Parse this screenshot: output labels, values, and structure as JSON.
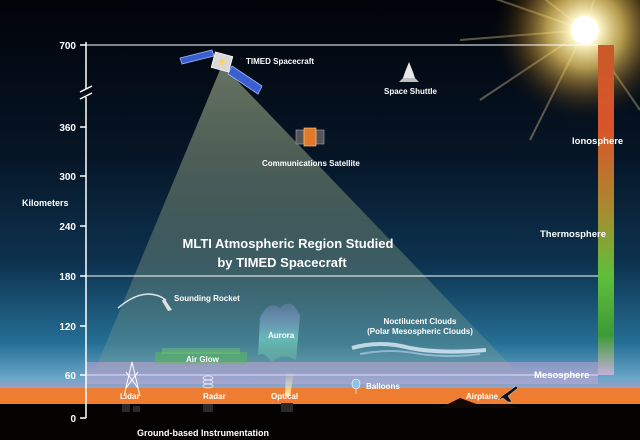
{
  "axis": {
    "title": "Kilometers",
    "ticks": [
      "700",
      "360",
      "300",
      "240",
      "180",
      "120",
      "60",
      "0"
    ]
  },
  "title": {
    "line1": "MLTI Atmospheric Region Studied",
    "line2": "by TIMED Spacecraft"
  },
  "objects": {
    "timed": "TIMED Spacecraft",
    "shuttle": "Space Shuttle",
    "comsat": "Communications Satellite",
    "rocket": "Sounding Rocket",
    "aurora": "Aurora",
    "nlc_line1": "Noctilucent Clouds",
    "nlc_line2": "(Polar Mesospheric Clouds)",
    "airglow": "Air Glow",
    "balloons": "Balloons",
    "airplane": "Airplane",
    "lidar": "Lidar",
    "radar": "Radar",
    "optical": "Optical"
  },
  "layers": {
    "ionosphere": "Ionosphere",
    "thermosphere": "Thermosphere",
    "mesosphere": "Mesosphere"
  },
  "footer": "Ground-based Instrumentation",
  "colors": {
    "sky_top": "#02040a",
    "sky_mid": "#0b2a44",
    "sky_low": "#2f7fa8",
    "horizon_pink": "#c47fb0",
    "horizon_orange": "#e8742a",
    "sun": "#fff6c8",
    "iono_bar_red": "#d9542a",
    "thermo_bar_green": "#5fbf3a"
  }
}
